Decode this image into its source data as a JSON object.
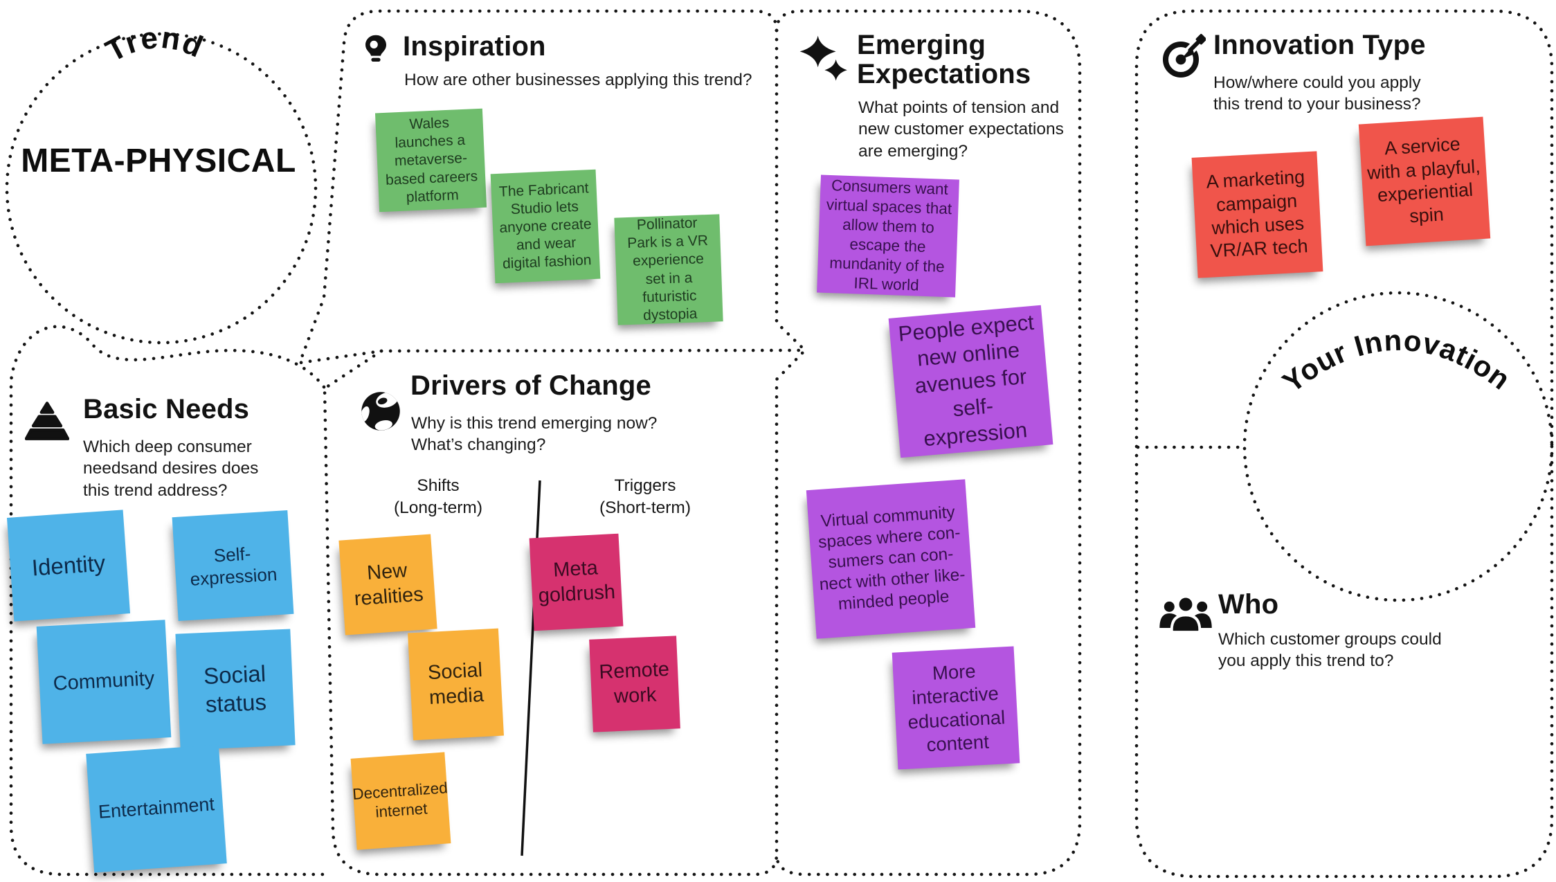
{
  "trend": {
    "label": "Trend",
    "name": "META-PHYSICAL"
  },
  "inspiration": {
    "title": "Inspiration",
    "subtitle": "How are other businesses applying this trend?",
    "notes": [
      "Wales launches a metaverse-based careers platform",
      "The Fabricant Studio lets anyone create and wear digital fashion",
      "Pollinator Park is a VR experience set in a futuristic dystopia"
    ]
  },
  "basic_needs": {
    "title": "Basic Needs",
    "subtitle": "Which deep consumer\nneedsand desires does\nthis trend address?",
    "notes": [
      "Identity",
      "Self-expression",
      "Community",
      "Social status",
      "Entertainment"
    ]
  },
  "drivers": {
    "title": "Drivers of Change",
    "subtitle": "Why is this trend emerging now?\nWhat’s changing?",
    "shifts_label": "Shifts\n(Long-term)",
    "triggers_label": "Triggers\n(Short-term)",
    "shifts_notes": [
      "New realities",
      "Social media",
      "Decentralized internet"
    ],
    "triggers_notes": [
      "Meta goldrush",
      "Remote work"
    ]
  },
  "emerging": {
    "title": "Emerging\nExpectations",
    "subtitle": "What points of tension and\nnew customer expectations\nare emerging?",
    "notes": [
      "Consumers want virtual spaces that allow them to escape the mundanity of the IRL world",
      "People expect new  online avenues for self-expression",
      "Virtual community spaces where con-sumers can con-nect with other like-minded people",
      "More interactive educational content"
    ]
  },
  "innovation_type": {
    "title": "Innovation Type",
    "subtitle": "How/where could you apply\nthis trend to your business?",
    "notes": [
      "A marketing campaign which uses VR/AR tech",
      "A service with a playful, experiential spin"
    ]
  },
  "your_innovation": {
    "label": "Your Innovation"
  },
  "who": {
    "title": "Who",
    "subtitle": "Which customer groups could\nyou apply this trend to?"
  },
  "colors": {
    "green": "#6fbd6d",
    "blue": "#4fb3e8",
    "orange": "#f9b03a",
    "pink": "#d6326f",
    "purple": "#b455e0",
    "red": "#f0554b",
    "ink": "#141414"
  }
}
